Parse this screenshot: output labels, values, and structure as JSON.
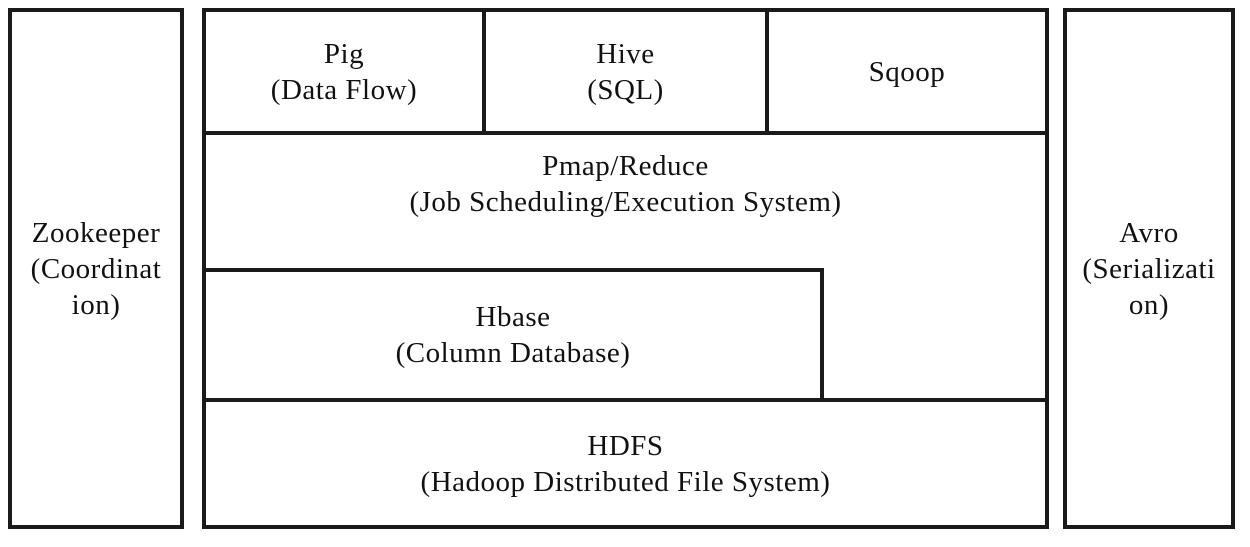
{
  "diagram": {
    "zookeeper": {
      "lines": [
        "Zookeeper",
        "(Coordinat",
        "ion)"
      ]
    },
    "avro": {
      "lines": [
        "Avro",
        "(Serializati",
        "on)"
      ]
    },
    "pig": {
      "lines": [
        "Pig",
        "(Data Flow)"
      ]
    },
    "hive": {
      "lines": [
        "Hive",
        "(SQL)"
      ]
    },
    "sqoop": {
      "lines": [
        "Sqoop"
      ]
    },
    "mapreduce": {
      "lines": [
        "Pmap/Reduce",
        "(Job Scheduling/Execution System)"
      ]
    },
    "hbase": {
      "lines": [
        "Hbase",
        "(Column Database)"
      ]
    },
    "hdfs": {
      "lines": [
        "HDFS",
        "(Hadoop Distributed File System)"
      ]
    }
  }
}
